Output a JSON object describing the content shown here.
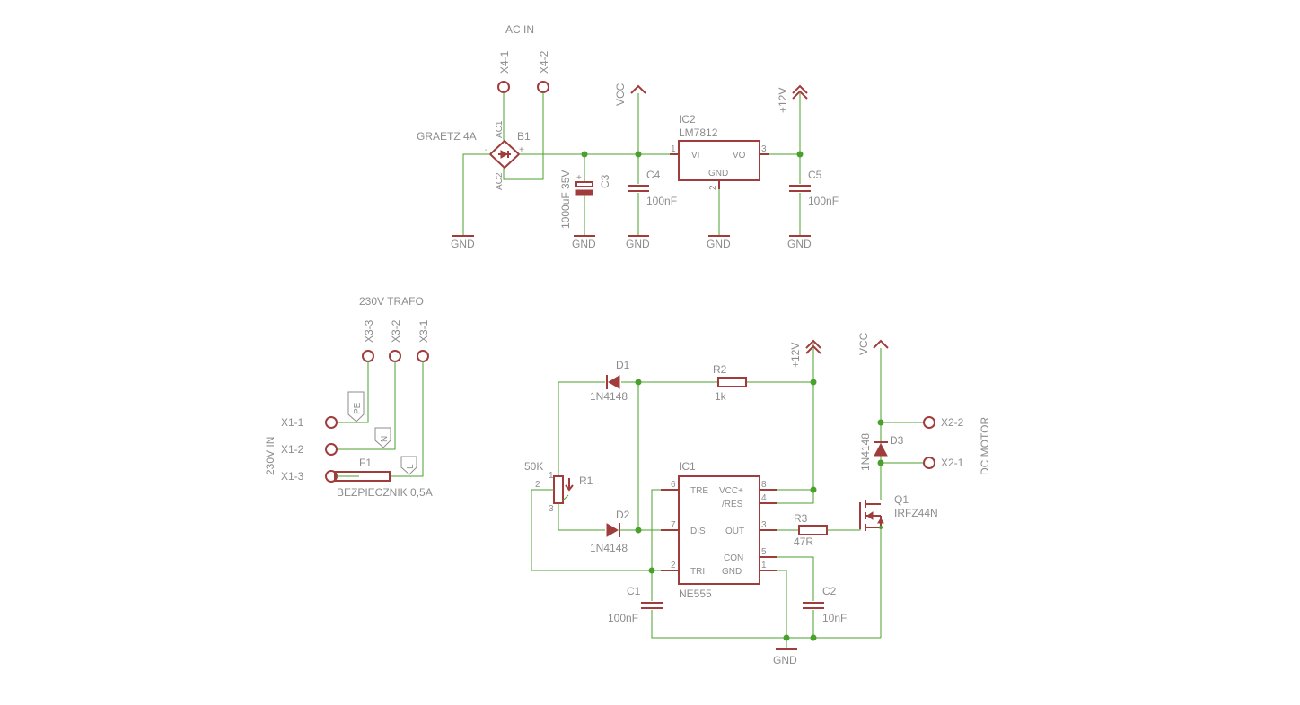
{
  "labels": {
    "ac_in": "AC IN",
    "trafo": "230V TRAFO",
    "v230_in": "230V IN",
    "dc_motor": "DC MOTOR"
  },
  "connectors": {
    "x4_1": "X4-1",
    "x4_2": "X4-2",
    "x3_1": "X3-1",
    "x3_2": "X3-2",
    "x3_3": "X3-3",
    "x1_1": "X1-1",
    "x1_2": "X1-2",
    "x1_3": "X1-3",
    "x2_1": "X2-1",
    "x2_2": "X2-2"
  },
  "supply": {
    "vcc": "VCC",
    "v12": "+12V",
    "gnd": "GND",
    "pe": "PE",
    "n": "N",
    "l": "L"
  },
  "parts": {
    "b1": {
      "name": "B1",
      "value": "GRAETZ 4A",
      "ac1": "AC1",
      "ac2": "AC2",
      "plus": "+",
      "minus": "-"
    },
    "c3": {
      "name": "C3",
      "value": "1000uF 35V",
      "plus": "+"
    },
    "c4": {
      "name": "C4",
      "value": "100nF"
    },
    "c5": {
      "name": "C5",
      "value": "100nF"
    },
    "ic2": {
      "name": "IC2",
      "value": "LM7812",
      "vi": "VI",
      "vo": "VO",
      "gnd": "GND",
      "p1": "1",
      "p2": "2",
      "p3": "3"
    },
    "f1": {
      "name": "F1",
      "value": "BEZPIECZNIK 0,5A"
    },
    "d1": {
      "name": "D1",
      "value": "1N4148"
    },
    "d2": {
      "name": "D2",
      "value": "1N4148"
    },
    "d3": {
      "name": "D3",
      "value": "1N4148"
    },
    "r1": {
      "name": "R1",
      "value": "50K",
      "p1": "1",
      "p2": "2",
      "p3": "3"
    },
    "r2": {
      "name": "R2",
      "value": "1k"
    },
    "r3": {
      "name": "R3",
      "value": "47R"
    },
    "c1": {
      "name": "C1",
      "value": "100nF"
    },
    "c2": {
      "name": "C2",
      "value": "10nF"
    },
    "q1": {
      "name": "Q1",
      "value": "IRFZ44N"
    },
    "ic1": {
      "name": "IC1",
      "value": "NE555",
      "tre": "TRE",
      "dis": "DIS",
      "tri": "TRI",
      "vcc": "VCC+",
      "res": "/RES",
      "out": "OUT",
      "con": "CON",
      "gnd": "GND",
      "p1": "1",
      "p2": "2",
      "p3": "3",
      "p4": "4",
      "p5": "5",
      "p6": "6",
      "p7": "7",
      "p8": "8"
    }
  }
}
